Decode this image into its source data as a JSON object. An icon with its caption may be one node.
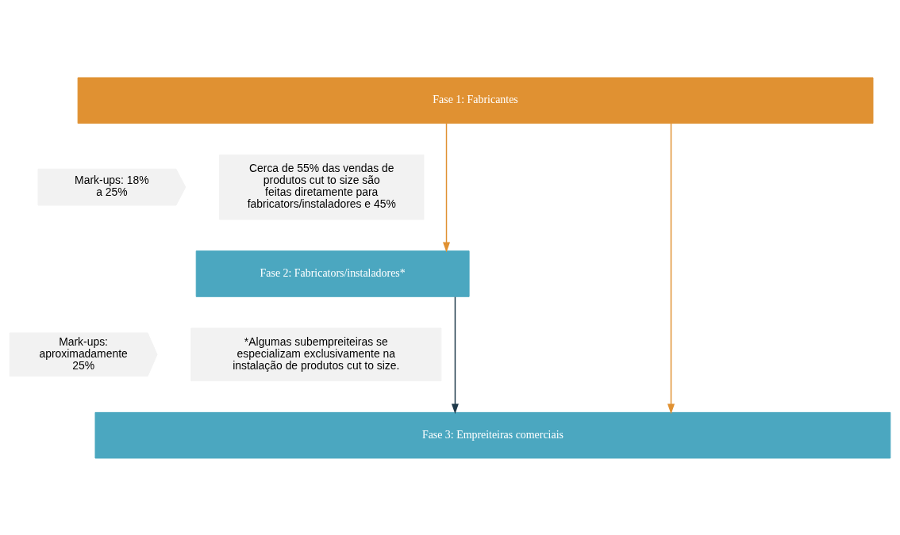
{
  "diagram": {
    "nodes": [
      {
        "text": [
          "Fase 1: Fabricantes"
        ]
      },
      {
        "text": [
          "Mark-ups: 18% a 25%"
        ]
      },
      {
        "text": [
          "Cerca de 55% das vendas de produtos cut to size são feitas diretamente para fabricators/instaladores e 45%"
        ]
      },
      {
        "text": [
          "Fase 2: Fabricators/instaladores*"
        ]
      },
      {
        "text": [
          "Mark-ups: aproximadamente 25%"
        ]
      },
      {
        "text": [
          "*Algumas subempreiteiras se especializam exclusivamente na instalação de produtos cut to size."
        ]
      },
      {
        "text": [
          "Fase 3: Empreiteiras comerciais"
        ]
      }
    ],
    "edges": [
      {
        "from": 0,
        "to": 6,
        "arrow": "to"
      },
      {
        "from": 0,
        "to": 3,
        "arrow": "to"
      },
      {
        "from": 3,
        "to": 6,
        "arrow": "to",
        "color": "#1f3a4b"
      }
    ]
  }
}
